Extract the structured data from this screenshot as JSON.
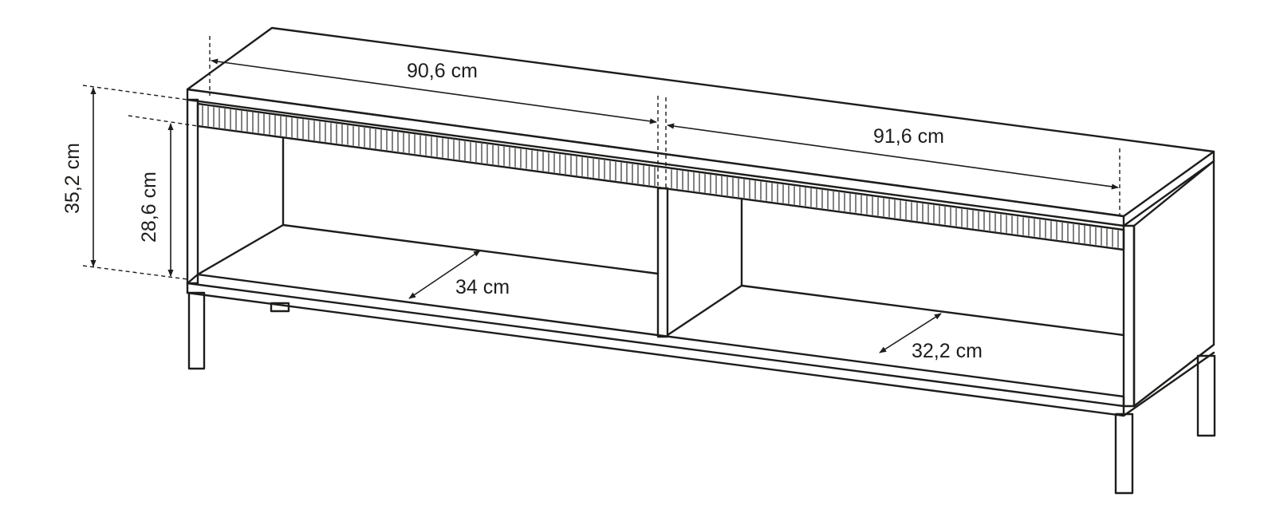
{
  "dimensions": {
    "left_compartment_width": "90,6 cm",
    "right_compartment_width": "91,6 cm",
    "overall_height": "35,2 cm",
    "inner_height": "28,6 cm",
    "left_depth": "34 cm",
    "right_depth": "32,2 cm"
  },
  "colors": {
    "line": "#1d1d1b",
    "background": "#ffffff"
  }
}
